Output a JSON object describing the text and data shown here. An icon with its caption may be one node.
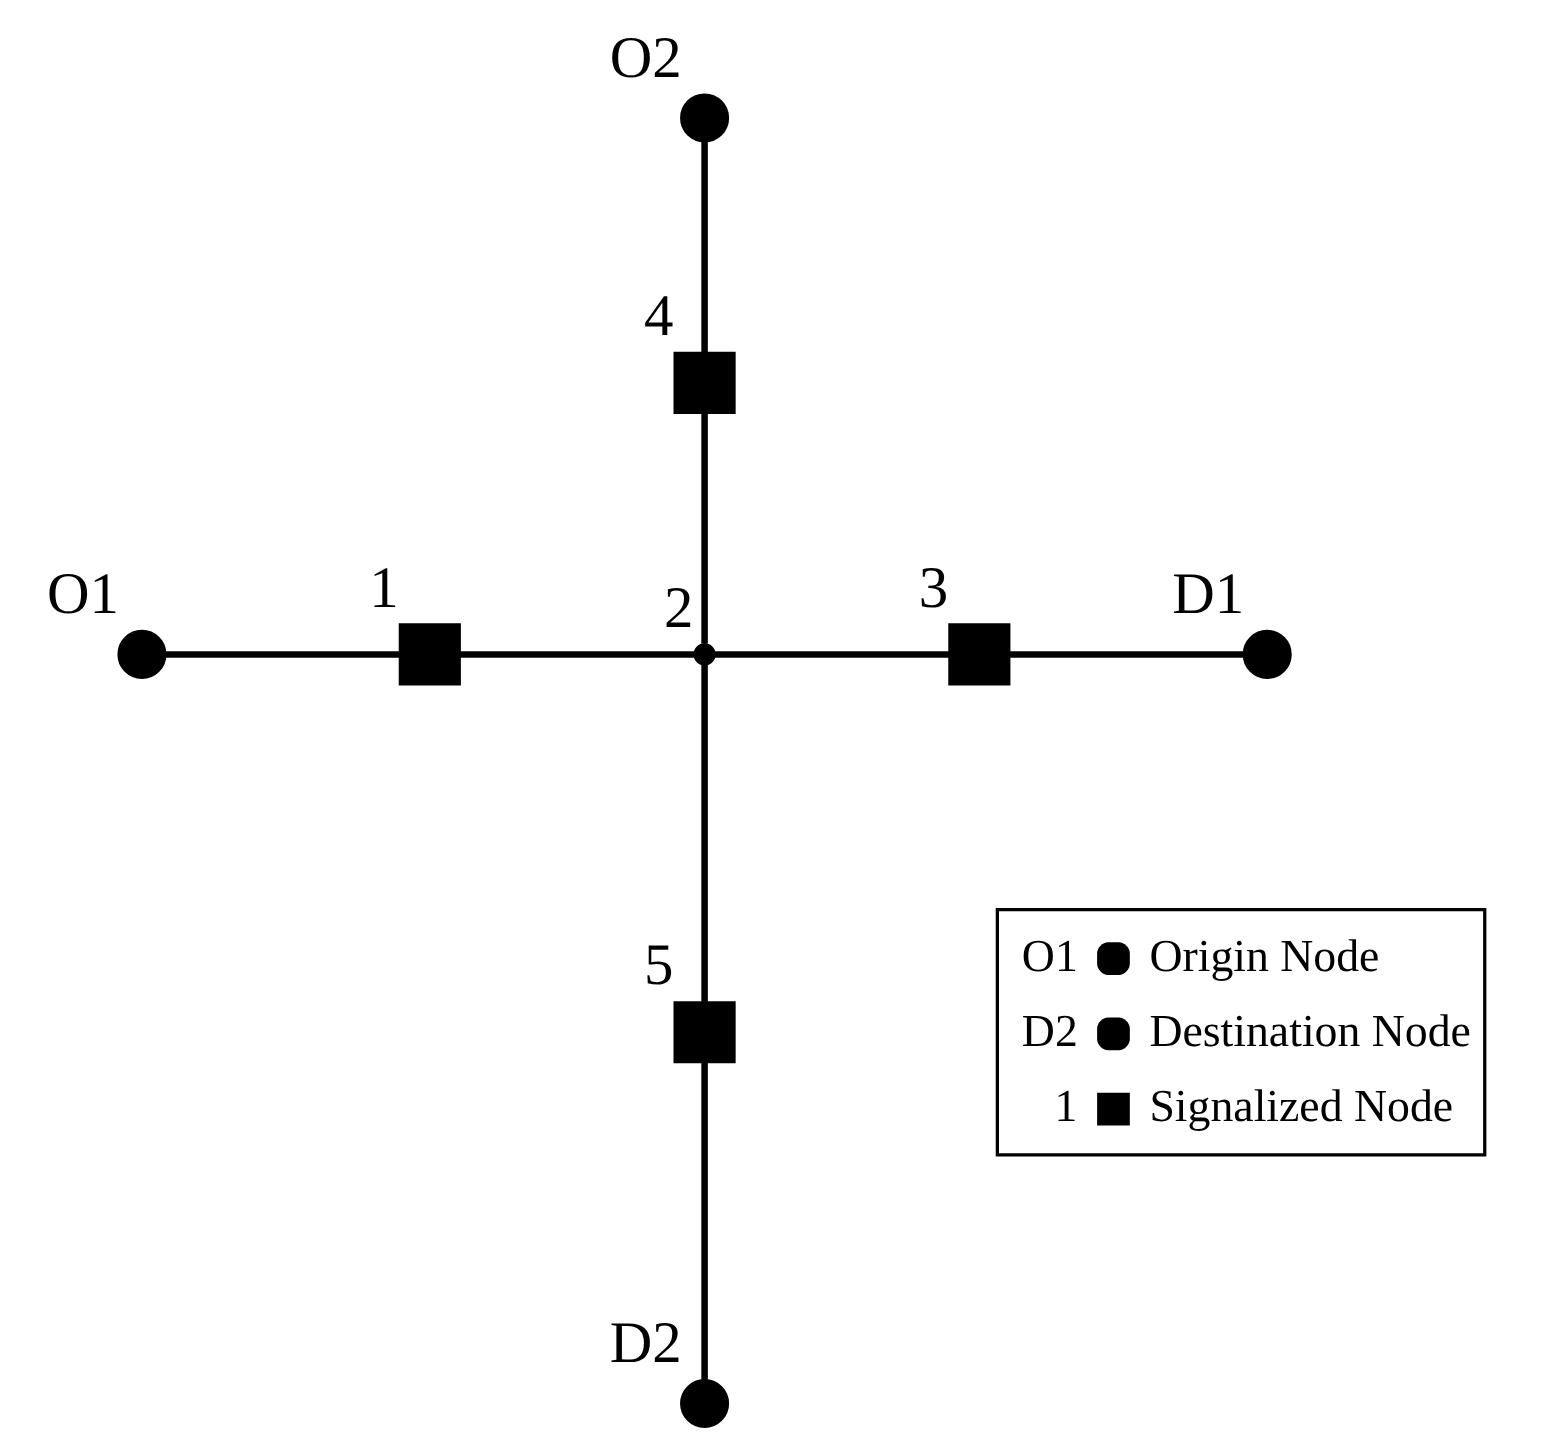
{
  "diagram": {
    "nodes": [
      {
        "text": [
          "O1"
        ]
      },
      {
        "text": [
          "1"
        ]
      },
      {
        "text": [
          "2"
        ]
      },
      {
        "text": [
          "3"
        ]
      },
      {
        "text": [
          "D1"
        ]
      },
      {
        "text": [
          "O2"
        ]
      },
      {
        "text": [
          "4"
        ]
      },
      {
        "text": [
          "5"
        ]
      },
      {
        "text": [
          "D2"
        ]
      }
    ],
    "edges": [
      {
        "from": 0,
        "to": 1,
        "arrow": "none"
      },
      {
        "from": 1,
        "to": 2,
        "arrow": "none"
      },
      {
        "from": 2,
        "to": 3,
        "arrow": "none"
      },
      {
        "from": 3,
        "to": 4,
        "arrow": "none"
      },
      {
        "from": 5,
        "to": 6,
        "arrow": "none"
      },
      {
        "from": 6,
        "to": 2,
        "arrow": "none"
      },
      {
        "from": 2,
        "to": 7,
        "arrow": "none"
      },
      {
        "from": 7,
        "to": 8,
        "arrow": "none"
      }
    ],
    "labels": [
      "O1",
      "D2",
      "1"
    ],
    "legend": [
      {
        "text": "Origin Node"
      },
      {
        "text": "Destination Node"
      },
      {
        "text": "Signalized Node"
      }
    ]
  }
}
